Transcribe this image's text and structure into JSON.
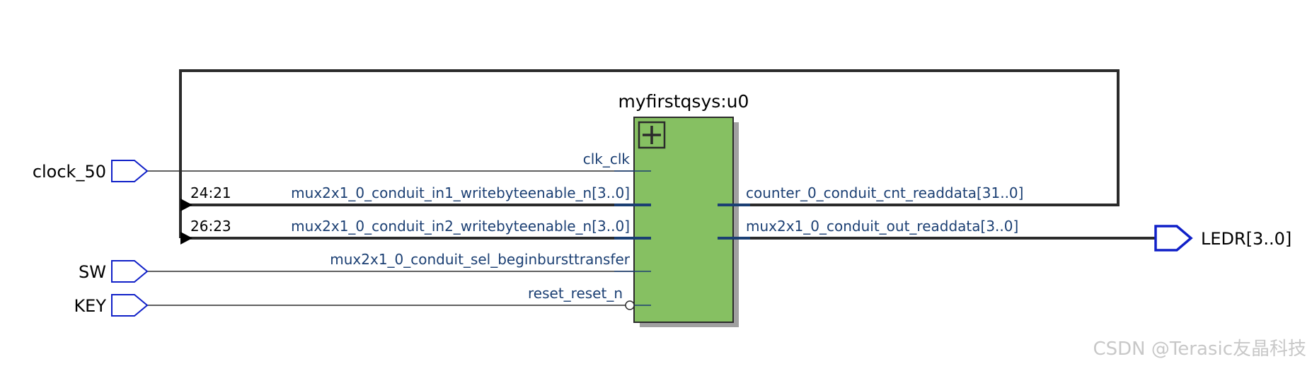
{
  "module": {
    "title": "myfirstqsys:u0",
    "fill_color": "#86c062",
    "pins_in": [
      "clk_clk",
      "mux2x1_0_conduit_in1_writebyteenable_n[3..0]",
      "mux2x1_0_conduit_in2_writebyteenable_n[3..0]",
      "mux2x1_0_conduit_sel_beginbursttransfer",
      "reset_reset_n"
    ],
    "pins_out": [
      "counter_0_conduit_cnt_readdata[31..0]",
      "mux2x1_0_conduit_out_readdata[3..0]"
    ]
  },
  "inputs": [
    "clock_50",
    "SW",
    "KEY"
  ],
  "outputs": [
    "LEDR[3..0]"
  ],
  "bus_slices": [
    "24:21",
    "26:23"
  ],
  "colors": {
    "wire": "#2b2b2b",
    "port_outline": "#1020c8",
    "pin_text": "#1b3f73"
  },
  "icons": {
    "expand": "plus-box-icon"
  },
  "watermark": "CSDN @Terasic友晶科技"
}
